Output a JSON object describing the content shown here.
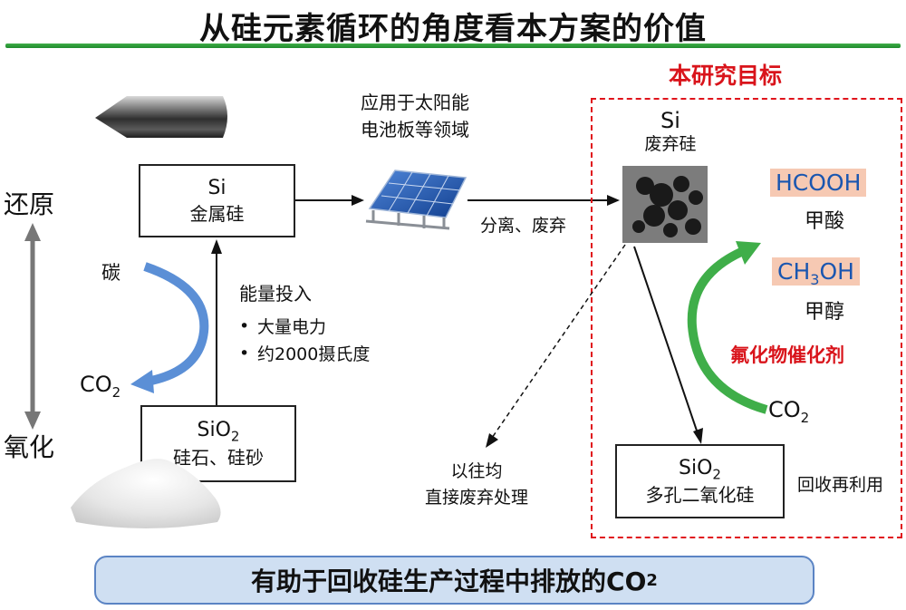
{
  "title": "从硅元素循环的角度看本方案的价值",
  "axis": {
    "top_label": "还原",
    "bottom_label": "氧化"
  },
  "si_box": {
    "line1": "Si",
    "line2": "金属硅"
  },
  "sio2_box": {
    "line1": "SiO",
    "line1_sub": "2",
    "line2": "硅石、硅砂"
  },
  "carbon_label": "碳",
  "co2_left": {
    "text": "CO",
    "sub": "2"
  },
  "energy": {
    "heading": "能量投入",
    "items": [
      "大量电力",
      "约2000摄氏度"
    ]
  },
  "solar": {
    "line1": "应用于太阳能",
    "line2": "电池板等领域"
  },
  "separate_label": "分离、废弃",
  "goal": {
    "label": "本研究目标"
  },
  "waste_si": {
    "line1": "Si",
    "line2": "废弃硅"
  },
  "hcooh": {
    "formula": "HCOOH",
    "name": "甲酸"
  },
  "ch3oh": {
    "formula_a": "CH",
    "formula_sub": "3",
    "formula_b": "OH",
    "name": "甲醇"
  },
  "catalyst_label": "氟化物催化剂",
  "co2_right": {
    "text": "CO",
    "sub": "2"
  },
  "porous_box": {
    "line1": "SiO",
    "line1_sub": "2",
    "line2": "多孔二氧化硅"
  },
  "recycle_label": "回收再利用",
  "previous": {
    "line1": "以往均",
    "line2": "直接废弃处理"
  },
  "bottom_banner": {
    "text": "有助于回收硅生产过程中排放的CO",
    "sub": "2"
  },
  "colors": {
    "accent_green": "#3fae49",
    "goal_red": "#e0141c",
    "arrow_blue": "#5b8fd6",
    "banner_blue": "#cfdff2"
  }
}
